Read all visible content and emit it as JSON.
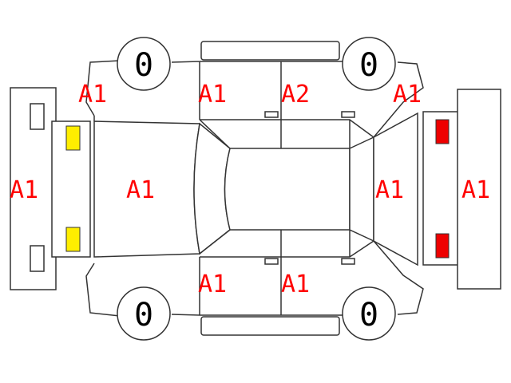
{
  "colors": {
    "outline": "#333333",
    "damage_label": "#ff0000",
    "front_lamp": "#ffee00",
    "rear_lamp": "#ee0000"
  },
  "tires": {
    "front_left": "0",
    "rear_left": "0",
    "front_right": "0",
    "rear_right": "0"
  },
  "labels": {
    "front_fender_top": "A1",
    "front_door_top": "A1",
    "rear_door_top": "A2",
    "rear_quarter_top": "A1",
    "front_bumper": "A1",
    "hood": "A1",
    "trunk": "A1",
    "rear_bumper": "A1",
    "front_door_bottom": "A1",
    "rear_door_bottom": "A1"
  }
}
